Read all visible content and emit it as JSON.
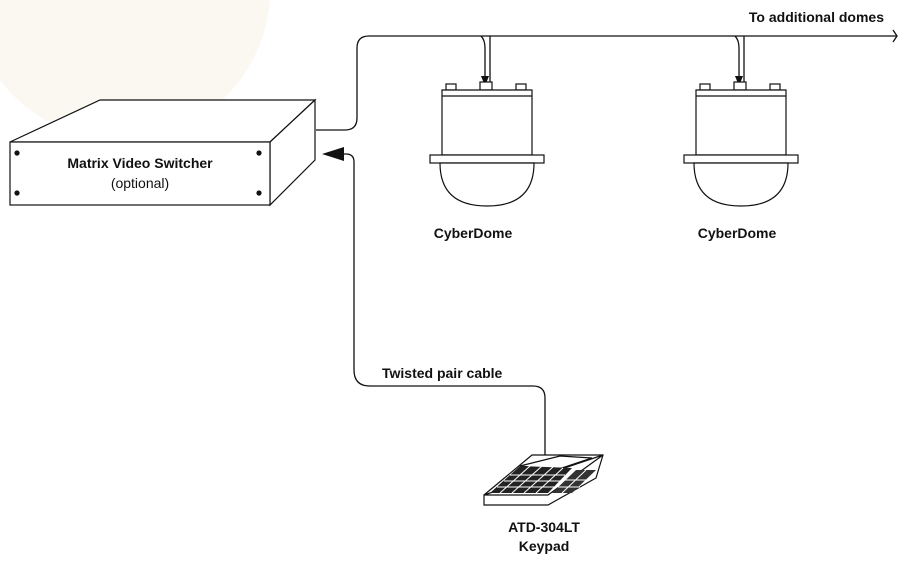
{
  "diagram": {
    "switcher": {
      "title": "Matrix Video Switcher",
      "subtitle": "(optional)"
    },
    "domes": [
      {
        "label": "CyberDome"
      },
      {
        "label": "CyberDome"
      }
    ],
    "additional_label": "To additional domes",
    "cable_label": "Twisted pair cable",
    "keypad": {
      "model": "ATD-304LT",
      "name": "Keypad"
    }
  },
  "colors": {
    "background_blob": "#fbf8f2",
    "line": "#111111"
  }
}
